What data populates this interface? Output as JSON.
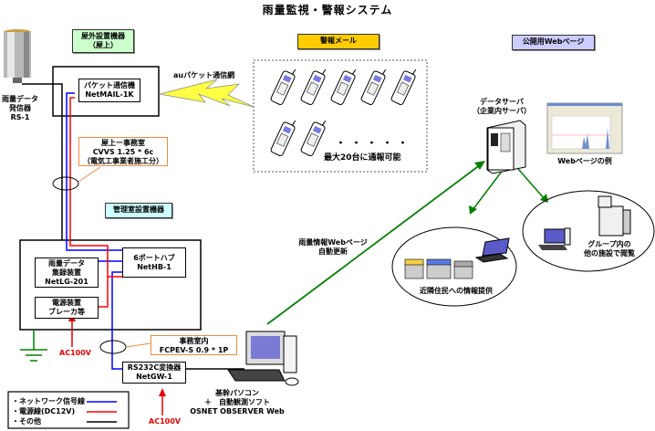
{
  "title": "雨量監視・警報システム",
  "sections": {
    "outdoor": {
      "line1": "屋外設置機器",
      "line2": "（屋上）",
      "color": "#ccffcc"
    },
    "alert_mail": {
      "label": "警報メール",
      "color": "#ffcc00"
    },
    "public_web": {
      "label": "公開用Webページ",
      "color": "#ccccff"
    },
    "control_room": {
      "label": "管理室設置機器",
      "color": "#ccffff"
    }
  },
  "devices": {
    "rain_sensor": {
      "line1": "雨量データ",
      "line2": "発信器",
      "line3": "RS-1"
    },
    "packet_comm": {
      "line1": "パケット通信機",
      "line2": "NetMAIL-1K"
    },
    "hub": {
      "line1": "6ポートハブ",
      "line2": "NetHB-1"
    },
    "logger": {
      "line1": "雨量データ",
      "line2": "集録装置",
      "line3": "NetLG-201"
    },
    "power": {
      "line1": "電源装置",
      "line2": "ブレーカ等"
    },
    "converter": {
      "line1": "RS232C変換器",
      "line2": "NetGW-1"
    },
    "pc": {
      "line1": "基幹パソコン",
      "line2": "＋　自動観測ソフト",
      "line3": "OSNET OBSERVER Web"
    },
    "server": {
      "line1": "データサーバ",
      "line2": "（企業内サーバ）"
    },
    "webpage_example": {
      "label": "Webページの例"
    }
  },
  "network": {
    "au_packet": "auパケット通信網",
    "phones_note": "最大20台に通報可能",
    "phones_dots": "・・・・・",
    "phone_count_shown": 7,
    "web_update": {
      "line1": "雨量情報Webページ",
      "line2": "自動更新"
    },
    "neighbors": "近隣住民への情報提供",
    "group": {
      "line1": "グループ内の",
      "line2": "他の施設で閲覧"
    }
  },
  "cables": {
    "rooftop": {
      "line1": "屋上ー事務室",
      "line2": "CVVS 1.25 * 6c",
      "line3": "（電気工事業者施工分）"
    },
    "office": {
      "line1": "事務室内",
      "line2": "FCPEV-S 0.9 * 1P"
    }
  },
  "power_labels": {
    "ac1": "AC100V",
    "ac2": "AC100V"
  },
  "legend": {
    "items": [
      {
        "label": "・ネットワーク信号線",
        "color": "#0000ff"
      },
      {
        "label": "・電源線(DC12V)",
        "color": "#ff0000"
      },
      {
        "label": "・その他",
        "color": "#000000"
      }
    ]
  },
  "colors": {
    "network": "#0000ff",
    "power": "#ff0000",
    "other": "#000000",
    "arrow": "#008000",
    "callout": "#f08a3c",
    "bolt": "#ffff44"
  }
}
